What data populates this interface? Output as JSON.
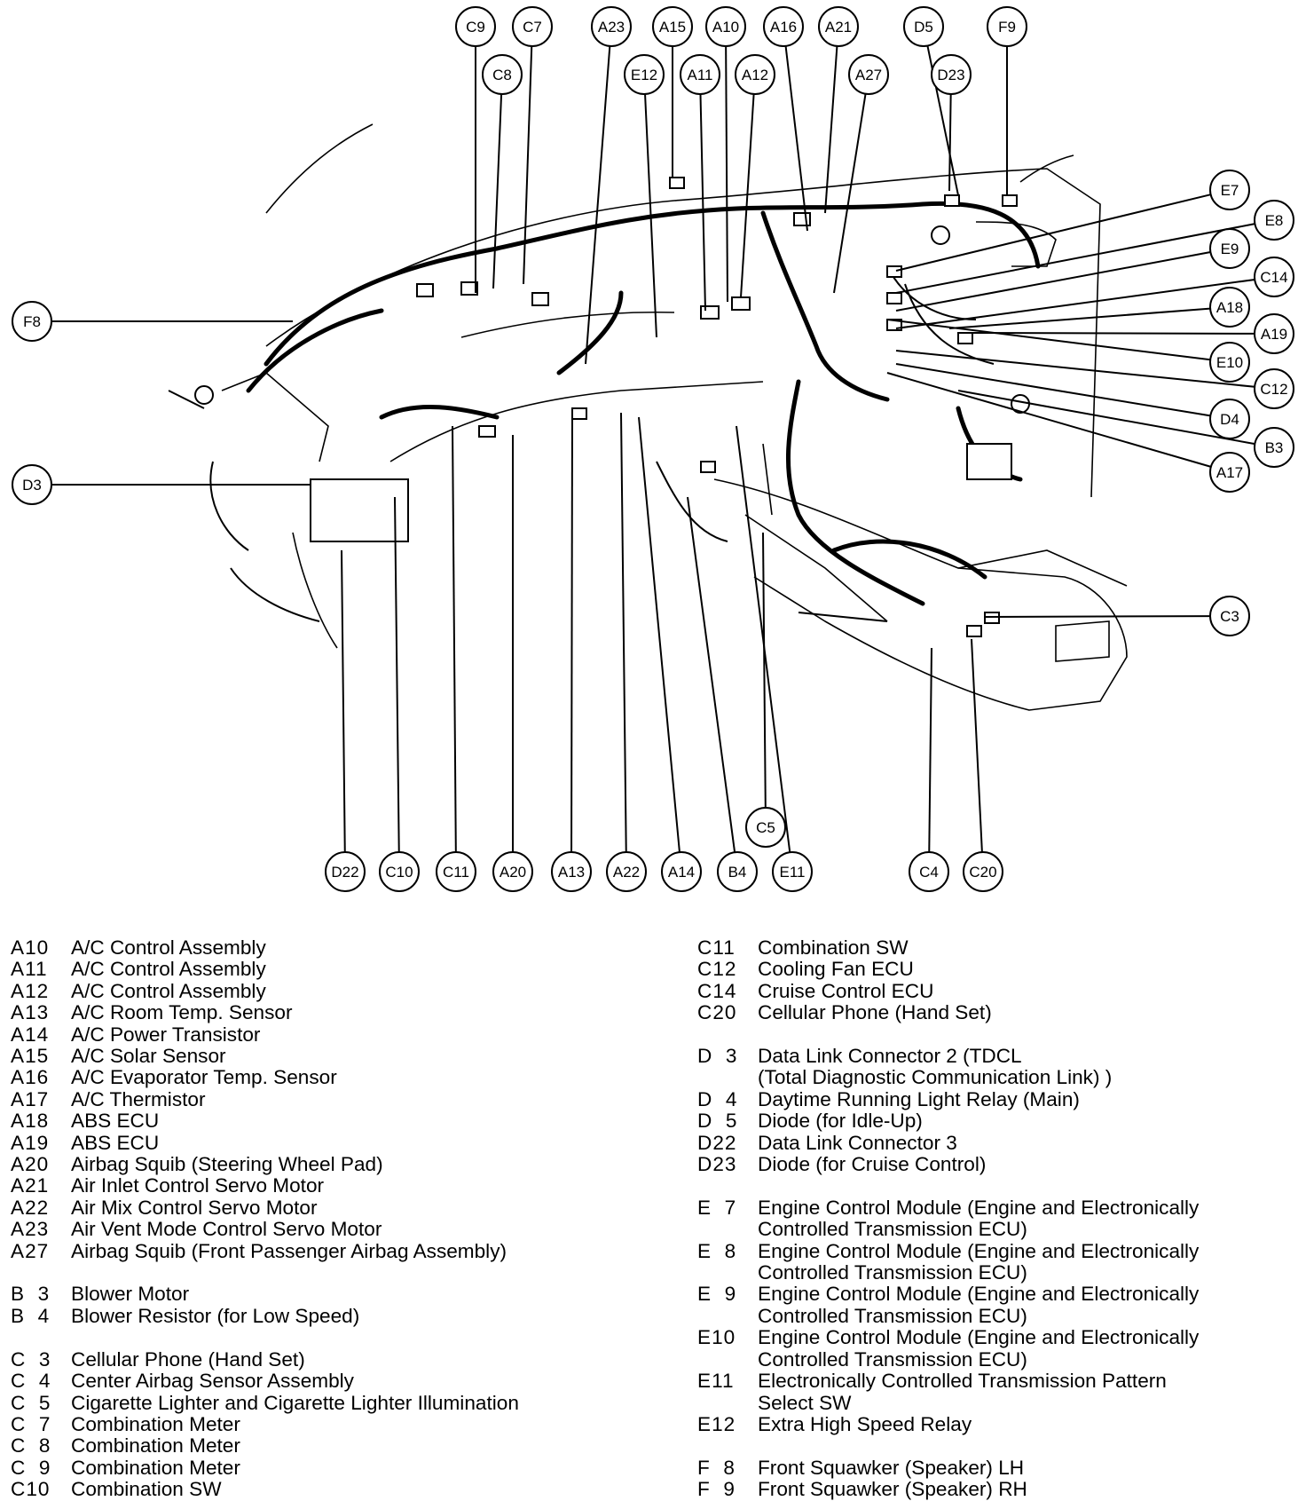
{
  "callouts": {
    "top": [
      "C9",
      "C7",
      "C8",
      "A23",
      "A15",
      "A10",
      "A16",
      "A21",
      "D5",
      "F9",
      "E12",
      "A11",
      "A12",
      "A27",
      "D23"
    ],
    "right": [
      "E7",
      "E8",
      "E9",
      "C14",
      "A18",
      "A19",
      "E10",
      "C12",
      "D4",
      "B3",
      "A17",
      "C3"
    ],
    "left": [
      "F8",
      "D3"
    ],
    "bottom": [
      "D22",
      "C10",
      "C11",
      "A20",
      "A13",
      "A22",
      "A14",
      "B4",
      "C5",
      "E11",
      "C4",
      "C20"
    ]
  },
  "legend": {
    "left": [
      {
        "code": "A10",
        "desc": "A/C Control Assembly"
      },
      {
        "code": "A11",
        "desc": "A/C Control Assembly"
      },
      {
        "code": "A12",
        "desc": "A/C Control Assembly"
      },
      {
        "code": "A13",
        "desc": "A/C Room Temp. Sensor"
      },
      {
        "code": "A14",
        "desc": "A/C Power Transistor"
      },
      {
        "code": "A15",
        "desc": "A/C Solar Sensor"
      },
      {
        "code": "A16",
        "desc": "A/C Evaporator Temp. Sensor"
      },
      {
        "code": "A17",
        "desc": "A/C Thermistor"
      },
      {
        "code": "A18",
        "desc": "ABS ECU"
      },
      {
        "code": "A19",
        "desc": "ABS ECU"
      },
      {
        "code": "A20",
        "desc": "Airbag Squib (Steering Wheel Pad)"
      },
      {
        "code": "A21",
        "desc": "Air Inlet Control Servo Motor"
      },
      {
        "code": "A22",
        "desc": "Air Mix Control Servo Motor"
      },
      {
        "code": "A23",
        "desc": "Air Vent Mode Control Servo Motor"
      },
      {
        "code": "A27",
        "desc": "Airbag Squib (Front Passenger Airbag Assembly)"
      },
      {
        "code": "",
        "desc": ""
      },
      {
        "code": "B  3",
        "desc": "Blower Motor"
      },
      {
        "code": "B  4",
        "desc": "Blower Resistor (for Low Speed)"
      },
      {
        "code": "",
        "desc": ""
      },
      {
        "code": "C  3",
        "desc": "Cellular Phone (Hand Set)"
      },
      {
        "code": "C  4",
        "desc": "Center Airbag Sensor Assembly"
      },
      {
        "code": "C  5",
        "desc": "Cigarette Lighter and Cigarette Lighter Illumination"
      },
      {
        "code": "C  7",
        "desc": "Combination  Meter"
      },
      {
        "code": "C  8",
        "desc": "Combination  Meter"
      },
      {
        "code": "C  9",
        "desc": "Combination  Meter"
      },
      {
        "code": "C10",
        "desc": "Combination  SW"
      }
    ],
    "right": [
      {
        "code": "C11",
        "desc": "Combination  SW"
      },
      {
        "code": "C12",
        "desc": "Cooling Fan ECU"
      },
      {
        "code": "C14",
        "desc": "Cruise Control ECU"
      },
      {
        "code": "C20",
        "desc": "Cellular Phone (Hand Set)"
      },
      {
        "code": "",
        "desc": ""
      },
      {
        "code": "D  3",
        "desc": "Data Link Connector 2 (TDCL\n (Total Diagnostic Communication Link) )"
      },
      {
        "code": "D  4",
        "desc": "Daytime Running Light Relay (Main)"
      },
      {
        "code": "D  5",
        "desc": "Diode (for Idle-Up)"
      },
      {
        "code": "D22",
        "desc": "Data Link Connector 3"
      },
      {
        "code": "D23",
        "desc": "Diode (for Cruise Control)"
      },
      {
        "code": "",
        "desc": ""
      },
      {
        "code": "E  7",
        "desc": "Engine Control Module (Engine and Electronically\nControlled Transmission  ECU)"
      },
      {
        "code": "E  8",
        "desc": "Engine Control Module (Engine and Electronically\nControlled Transmission  ECU)"
      },
      {
        "code": "E  9",
        "desc": "Engine Control Module (Engine and Electronically\nControlled Transmission  ECU)"
      },
      {
        "code": "E10",
        "desc": "Engine Control Module (Engine and Electronically\nControlled Transmission  ECU)"
      },
      {
        "code": "E11",
        "desc": "Electronically Controlled Transmission  Pattern\nSelect SW"
      },
      {
        "code": "E12",
        "desc": "Extra High Speed Relay"
      },
      {
        "code": "",
        "desc": ""
      },
      {
        "code": "F  8",
        "desc": "Front Squawker (Speaker) LH"
      },
      {
        "code": "F  9",
        "desc": "Front Squawker (Speaker) RH"
      }
    ]
  }
}
